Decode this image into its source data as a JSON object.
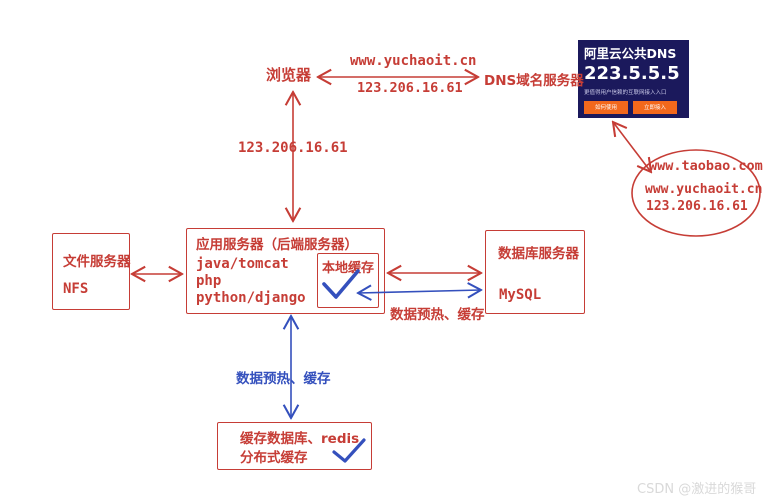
{
  "colors": {
    "diagram_red": "#c63d36",
    "diagram_blue": "#3450bd",
    "dns_card_bg": "#1b195c",
    "dns_card_button": "#f2681c",
    "watermark_gray": "#d9d9d9"
  },
  "top": {
    "browser_label": "浏览器",
    "dns_label": "DNS域名服务器",
    "domain": "www.yuchaoit.cn",
    "ip": "123.206.16.61"
  },
  "resolve": {
    "ip_label": "123.206.16.61"
  },
  "aliyun": {
    "title": "阿里云公共DNS",
    "ip": "223.5.5.5",
    "tagline": "更值得用户信赖的互联网接入入口",
    "buttons": [
      "如何使用",
      "立即接入"
    ]
  },
  "oval": {
    "lines": [
      "www.taobao.com",
      "www.yuchaoit.cn",
      "123.206.16.61"
    ]
  },
  "app": {
    "title": "应用服务器（后端服务器）",
    "stack": [
      "java/tomcat",
      "php",
      "python/django"
    ],
    "cache_label": "本地缓存"
  },
  "file": {
    "title": "文件服务器",
    "tech": "NFS"
  },
  "db": {
    "title": "数据库服务器",
    "tech": "MySQL"
  },
  "redis": {
    "line1": "缓存数据库、redis",
    "line2": "分布式缓存"
  },
  "labels": {
    "preheat_db": "数据预热、缓存",
    "preheat_redis": "数据预热、缓存"
  },
  "watermark": {
    "text": "CSDN @激进的猴哥"
  }
}
